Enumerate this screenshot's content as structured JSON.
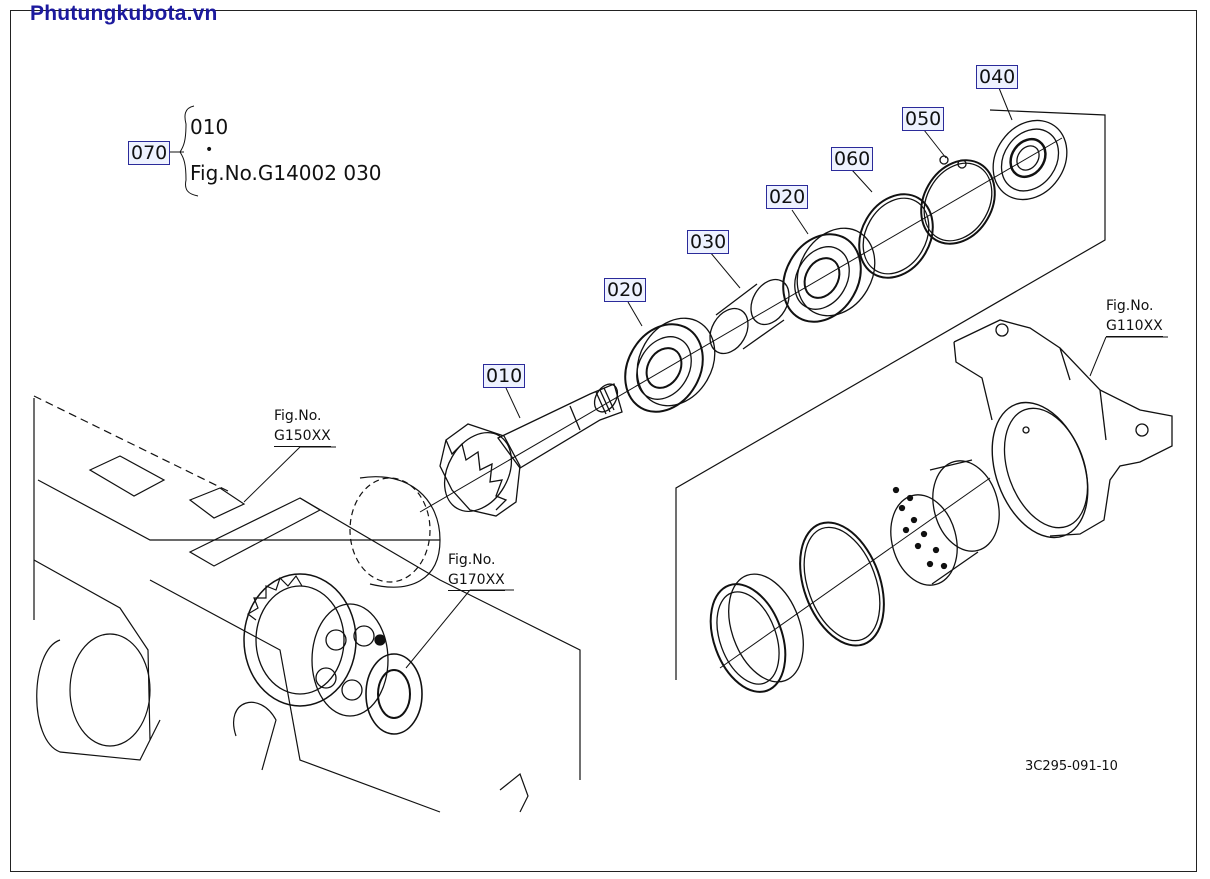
{
  "site": {
    "logo_text": "Phutungkubota.vn"
  },
  "callouts": {
    "c070": "070",
    "c040": "040",
    "c050": "050",
    "c060": "060",
    "c020_top": "020",
    "c030": "030",
    "c020_mid": "020",
    "c010": "010"
  },
  "group_note": {
    "line1": "010",
    "line2": "•",
    "line3": "Fig.No.G14002  030"
  },
  "fig_refs": {
    "g150": {
      "line1": "Fig.No.",
      "line2": "G150XX"
    },
    "g170": {
      "line1": "Fig.No.",
      "line2": "G170XX"
    },
    "g110": {
      "line1": "Fig.No.",
      "line2": "G110XX"
    }
  },
  "drawing_number": "3C295-091-10",
  "colors": {
    "logo": "#1c1a9e",
    "callout_border": "#2b2b9a",
    "callout_fill": "#eef2ff",
    "line": "#111111"
  }
}
